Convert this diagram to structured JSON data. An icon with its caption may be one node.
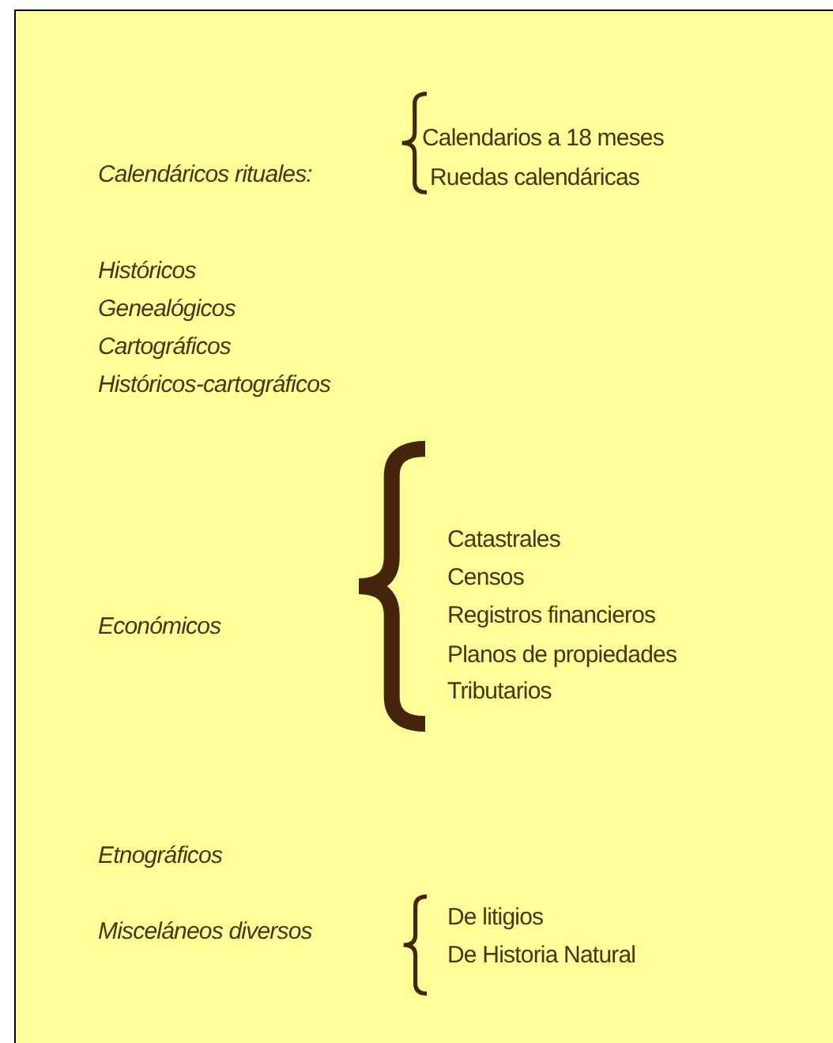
{
  "diagram": {
    "labels": [
      "Calendáricos rituales:",
      "Calendarios a 18 meses",
      "Ruedas calendáricas",
      "Históricos",
      "Genealógicos",
      "Cartográficos",
      "Históricos-cartográficos",
      "Económicos",
      "Catastrales",
      "Censos",
      "Registros financieros",
      "Planos de propiedades",
      "Tributarios",
      "Etnográficos",
      "Misceláneos diversos",
      "De litigios",
      "De Historia Natural"
    ]
  }
}
